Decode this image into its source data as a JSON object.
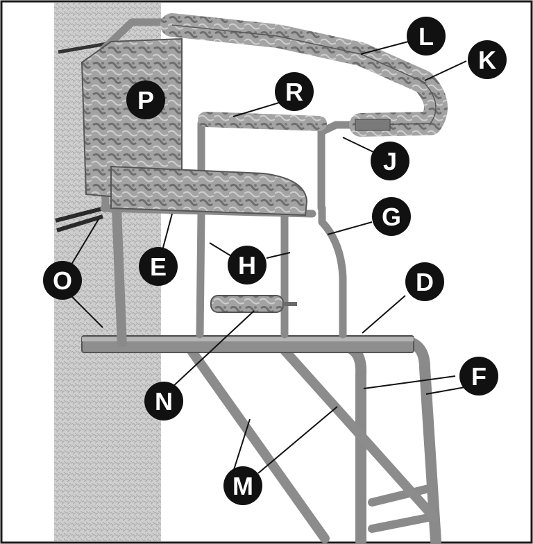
{
  "figure": {
    "subject": "tree stand assembly parts diagram",
    "colors": {
      "frame_border": "#1a1a1a",
      "tree_trunk": "#cfcfcf",
      "tube_metal": "#8a8a8a",
      "tube_highlight": "#b5b5b5",
      "camo_padding": "#9a9a9a",
      "callout_fill": "#111111",
      "callout_text": "#ffffff",
      "leader_line": "#111111"
    },
    "labels": {
      "L": "L",
      "K": "K",
      "R": "R",
      "P": "P",
      "J": "J",
      "G": "G",
      "H": "H",
      "E": "E",
      "O": "O",
      "D": "D",
      "F": "F",
      "N": "N",
      "M": "M"
    }
  }
}
